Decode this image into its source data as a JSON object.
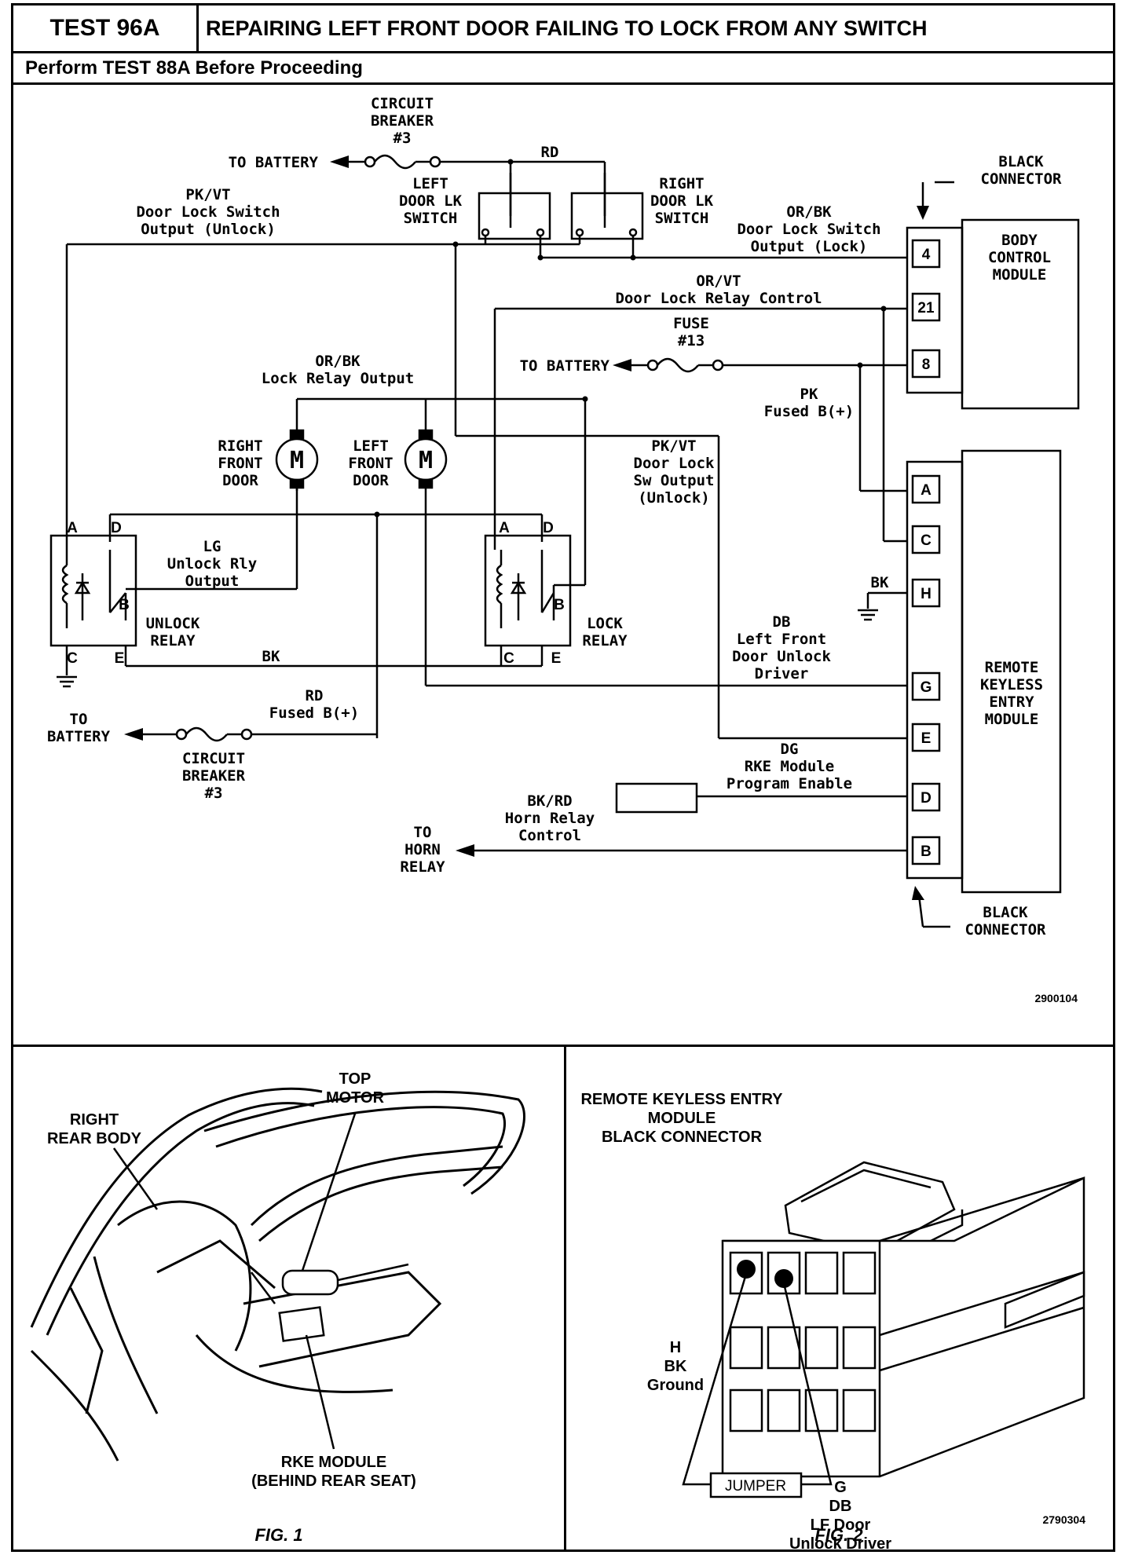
{
  "header": {
    "test_id": "TEST 96A",
    "title": "REPAIRING LEFT FRONT DOOR FAILING TO LOCK FROM ANY SWITCH",
    "prerequisite": "Perform TEST 88A Before Proceeding"
  },
  "schematic": {
    "breaker_top": [
      "CIRCUIT",
      "BREAKER",
      "#3"
    ],
    "to_battery_top": "TO BATTERY",
    "rd": "RD",
    "left_switch": [
      "LEFT",
      "DOOR LK",
      "SWITCH"
    ],
    "right_switch": [
      "RIGHT",
      "DOOR LK",
      "SWITCH"
    ],
    "pkvt_top": [
      "PK/VT",
      "Door Lock Switch",
      "Output (Unlock)"
    ],
    "orbk_lock_out": [
      "OR/BK",
      "Door Lock Switch",
      "Output (Lock)"
    ],
    "black_connector_top": [
      "BLACK",
      "CONNECTOR"
    ],
    "bcm": [
      "BODY",
      "CONTROL",
      "MODULE"
    ],
    "bcm_pins": [
      "4",
      "21",
      "8"
    ],
    "orvt": [
      "OR/VT",
      "Door Lock Relay Control"
    ],
    "fuse13": [
      "FUSE",
      "#13"
    ],
    "to_battery_mid": "TO BATTERY",
    "pk_fused": [
      "PK",
      "Fused B(+)"
    ],
    "orbk_lock_relay": [
      "OR/BK",
      "Lock Relay Output"
    ],
    "right_front_door": [
      "RIGHT",
      "FRONT",
      "DOOR"
    ],
    "left_front_door": [
      "LEFT",
      "FRONT",
      "DOOR"
    ],
    "motor_glyph": "M",
    "pkvt_mid": [
      "PK/VT",
      "Door Lock",
      "Sw Output",
      "(Unlock)"
    ],
    "lg_unlock": [
      "LG",
      "Unlock Rly",
      "Output"
    ],
    "unlock_relay": [
      "UNLOCK",
      "RELAY"
    ],
    "lock_relay": [
      "LOCK",
      "RELAY"
    ],
    "relay_terms": [
      "A",
      "D",
      "B",
      "C",
      "E"
    ],
    "bk": "BK",
    "bk_ground": "BK",
    "db": [
      "DB",
      "Left Front",
      "Door Unlock",
      "Driver"
    ],
    "rd_fused": [
      "RD",
      "Fused B(+)"
    ],
    "to_battery_bottom": [
      "TO",
      "BATTERY"
    ],
    "breaker_bottom": [
      "CIRCUIT",
      "BREAKER",
      "#3"
    ],
    "dg": [
      "DG",
      "RKE Module",
      "Program Enable"
    ],
    "bkrd": [
      "BK/RD",
      "Horn Relay",
      "Control"
    ],
    "to_horn": [
      "TO",
      "HORN",
      "RELAY"
    ],
    "rke": [
      "REMOTE",
      "KEYLESS",
      "ENTRY",
      "MODULE"
    ],
    "rke_pins": [
      "A",
      "C",
      "H",
      "G",
      "E",
      "D",
      "B"
    ],
    "black_connector_bottom": [
      "BLACK",
      "CONNECTOR"
    ],
    "diagram_number": "2900104"
  },
  "fig1": {
    "right_rear_body": [
      "RIGHT",
      "REAR BODY"
    ],
    "top_motor": [
      "TOP",
      "MOTOR"
    ],
    "rke_module": [
      "RKE MODULE",
      "(BEHIND REAR SEAT)"
    ],
    "caption": "FIG. 1"
  },
  "fig2": {
    "title": [
      "REMOTE KEYLESS ENTRY",
      "MODULE",
      "BLACK CONNECTOR"
    ],
    "h_label": [
      "H",
      "BK",
      "Ground"
    ],
    "g_label": [
      "G",
      "DB",
      "LF Door",
      "Unlock Driver"
    ],
    "jumper": "JUMPER",
    "number": "2790304",
    "caption": "FIG. 2"
  }
}
